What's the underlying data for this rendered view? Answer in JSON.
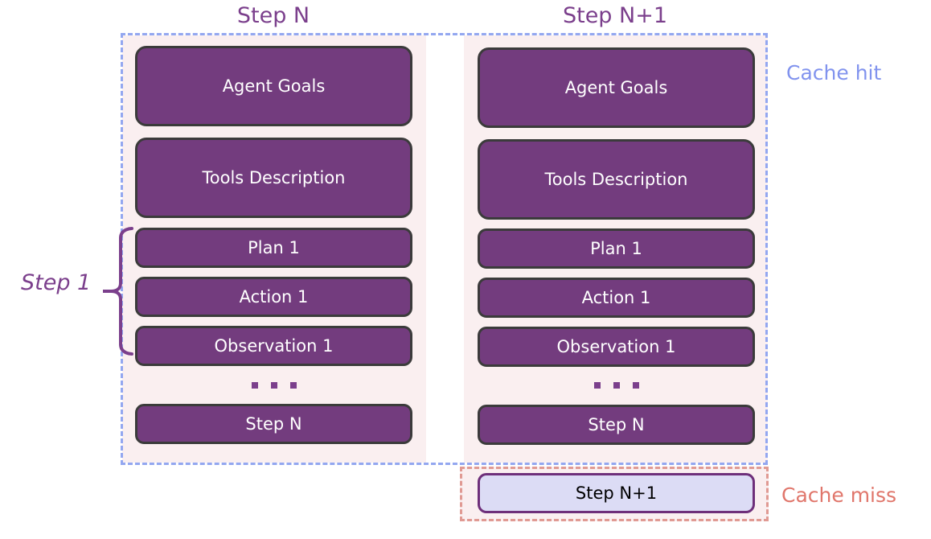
{
  "diagram": {
    "title_left": "Step N",
    "title_right": "Step N+1",
    "cache_hit_label": "Cache hit",
    "cache_miss_label": "Cache miss",
    "step_bracket_label": "Step 1",
    "ellipsis": "...",
    "colors": {
      "block_fill": "#733C7E",
      "block_border": "#3B3B3B",
      "block_text": "#FFFFFF",
      "panel_bg": "#FAEFF0",
      "cache_hit_dash": "#93A7F0",
      "cache_hit_text": "#8193EE",
      "cache_miss_dash": "#E09A93",
      "cache_miss_text": "#E0766B",
      "title_text": "#7B3F8C",
      "miss_box_fill": "#DCDCF5",
      "miss_box_border": "#6E2F7A",
      "miss_box_text": "#000000",
      "page_bg": "#FFFFFF"
    },
    "column_left": {
      "name": "Step N",
      "blocks": [
        {
          "label": "Agent Goals",
          "size": "tall"
        },
        {
          "label": "Tools Description",
          "size": "tall"
        },
        {
          "label": "Plan 1",
          "size": "short"
        },
        {
          "label": "Action 1",
          "size": "short"
        },
        {
          "label": "Observation 1",
          "size": "short"
        },
        {
          "label": "Step N",
          "size": "short"
        }
      ]
    },
    "column_right": {
      "name": "Step N+1",
      "blocks": [
        {
          "label": "Agent Goals",
          "size": "tall"
        },
        {
          "label": "Tools Description",
          "size": "tall"
        },
        {
          "label": "Plan 1",
          "size": "short"
        },
        {
          "label": "Action 1",
          "size": "short"
        },
        {
          "label": "Observation 1",
          "size": "short"
        },
        {
          "label": "Step N",
          "size": "short"
        }
      ]
    },
    "cache_miss_block": {
      "label": "Step N+1"
    }
  }
}
